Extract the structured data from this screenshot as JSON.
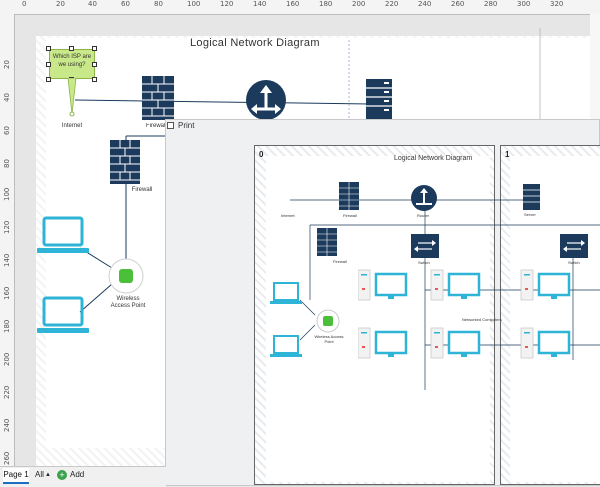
{
  "ruler": {
    "top": [
      "0",
      "20",
      "40",
      "60",
      "80",
      "100",
      "120",
      "140",
      "160",
      "180",
      "200",
      "220",
      "240",
      "260",
      "280",
      "300",
      "320"
    ],
    "left": [
      "20",
      "40",
      "60",
      "80",
      "100",
      "120",
      "140",
      "160",
      "180",
      "200",
      "220",
      "240",
      "260"
    ]
  },
  "diagram": {
    "title": "Logical Network Diagram",
    "callout": "Which ISP are we using?",
    "labels": {
      "internet": "Internet",
      "firewall_top": "Firewall",
      "firewall": "Firewall",
      "wap": "Wireless Access Point"
    }
  },
  "print_dialog": {
    "title": "Print",
    "pages": [
      "0",
      "1"
    ],
    "preview": {
      "title": "Logical Network Diagram",
      "labels": {
        "internet": "Internet",
        "firewall_top": "Firewall",
        "router": "Router",
        "server": "Server",
        "firewall": "Firewall",
        "switch": "Switch",
        "switch2": "Switch",
        "wap": "Wireless Access Point",
        "computers": "Networked Computers"
      }
    }
  },
  "bottom_bar": {
    "page_tab": "Page 1",
    "all_label": "All",
    "add_label": "Add"
  },
  "colors": {
    "navy": "#1b3a5c",
    "cyan": "#2eb4d6",
    "callout_fill": "#c8e88a",
    "wap_green": "#4cbf3a",
    "accent": "#1e6fc2"
  },
  "icons": [
    "firewall-icon",
    "router-icon",
    "server-icon",
    "laptop-icon",
    "wireless-access-point-icon",
    "desktop-computer-icon",
    "switch-icon",
    "add-icon",
    "dropdown-arrow-icon"
  ]
}
